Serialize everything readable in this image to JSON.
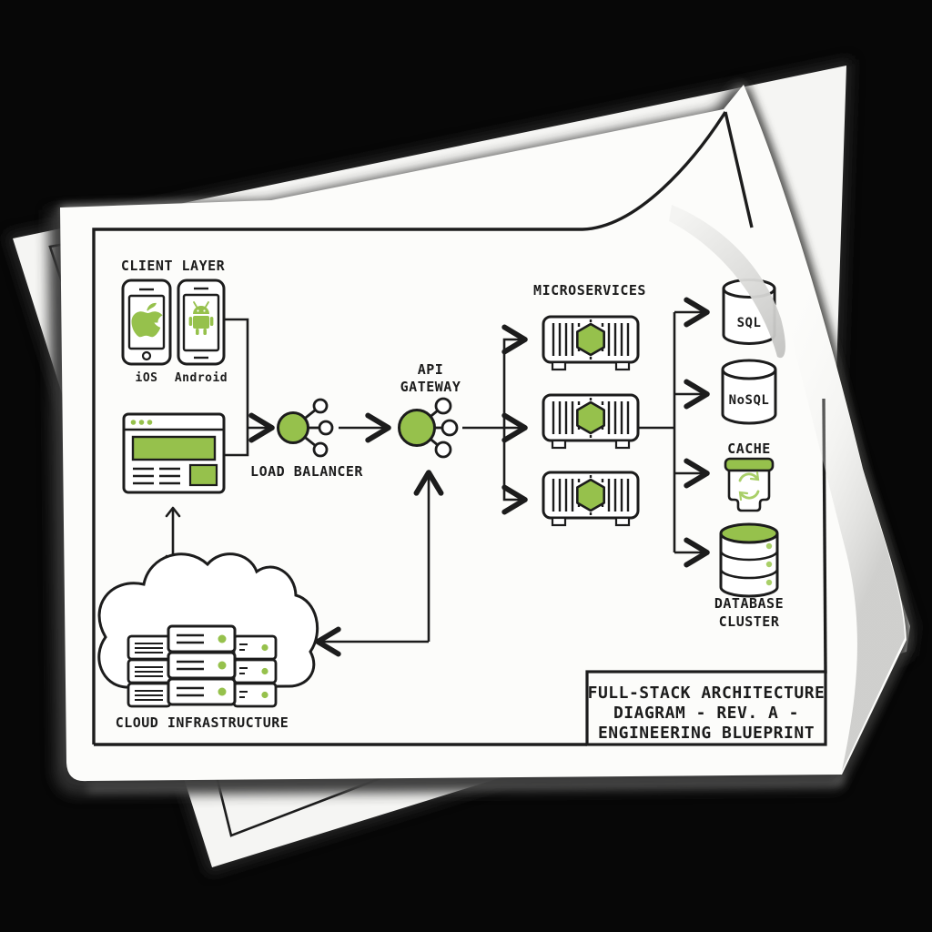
{
  "colors": {
    "background": "#070707",
    "paper_top": "#fcfcfa",
    "paper_under": "#f5f5f3",
    "ink": "#1c1c1c",
    "accent_green": "#96c14c",
    "accent_green_soft": "#a9cf68"
  },
  "labels": {
    "client_layer": "CLIENT LAYER",
    "ios": "iOS",
    "android": "Android",
    "load_balancer": "LOAD BALANCER",
    "api_gateway_line1": "API",
    "api_gateway_line2": "GATEWAY",
    "microservices": "MICROSERVICES",
    "sql": "SQL",
    "nosql": "NoSQL",
    "cache": "CACHE",
    "database_cluster_line1": "DATABASE",
    "database_cluster_line2": "CLUSTER",
    "cloud": "CLOUD INFRASTRUCTURE"
  },
  "title_block": {
    "line1": "FULL-STACK ARCHITECTURE",
    "line2": "DIAGRAM - REV. A -",
    "line3": "ENGINEERING BLUEPRINT"
  },
  "icons": [
    "apple-icon",
    "android-icon",
    "browser-window-icon",
    "load-balancer-node-icon",
    "api-gateway-node-icon",
    "microservice-container-icon",
    "sql-database-icon",
    "nosql-database-icon",
    "cache-icon",
    "refresh-icon",
    "database-cluster-icon",
    "cloud-icon",
    "server-rack-icon",
    "arrow-icon",
    "page-curl"
  ]
}
